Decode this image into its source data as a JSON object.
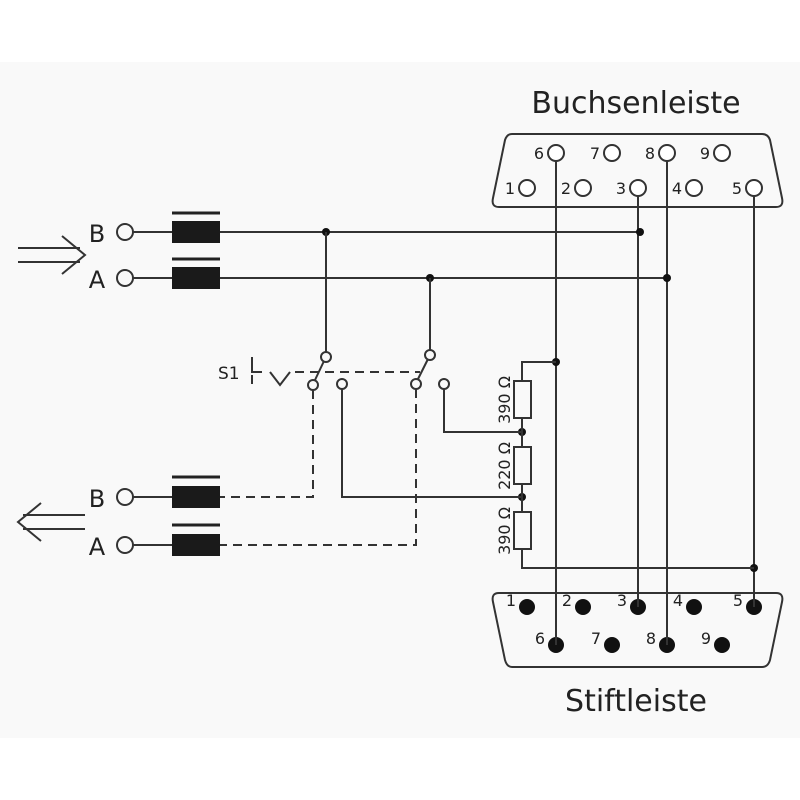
{
  "title_top": "Buchsenleiste",
  "title_bottom": "Stiftleiste",
  "input": {
    "label_b": "B",
    "label_a": "A"
  },
  "output": {
    "label_b": "B",
    "label_a": "A"
  },
  "switch_label": "S1",
  "resistors": [
    "390 Ω",
    "220 Ω",
    "390 Ω"
  ],
  "female_pins": [
    "1",
    "2",
    "3",
    "4",
    "5",
    "6",
    "7",
    "8",
    "9"
  ],
  "male_pins": [
    "1",
    "2",
    "3",
    "4",
    "5",
    "6",
    "7",
    "8",
    "9"
  ]
}
